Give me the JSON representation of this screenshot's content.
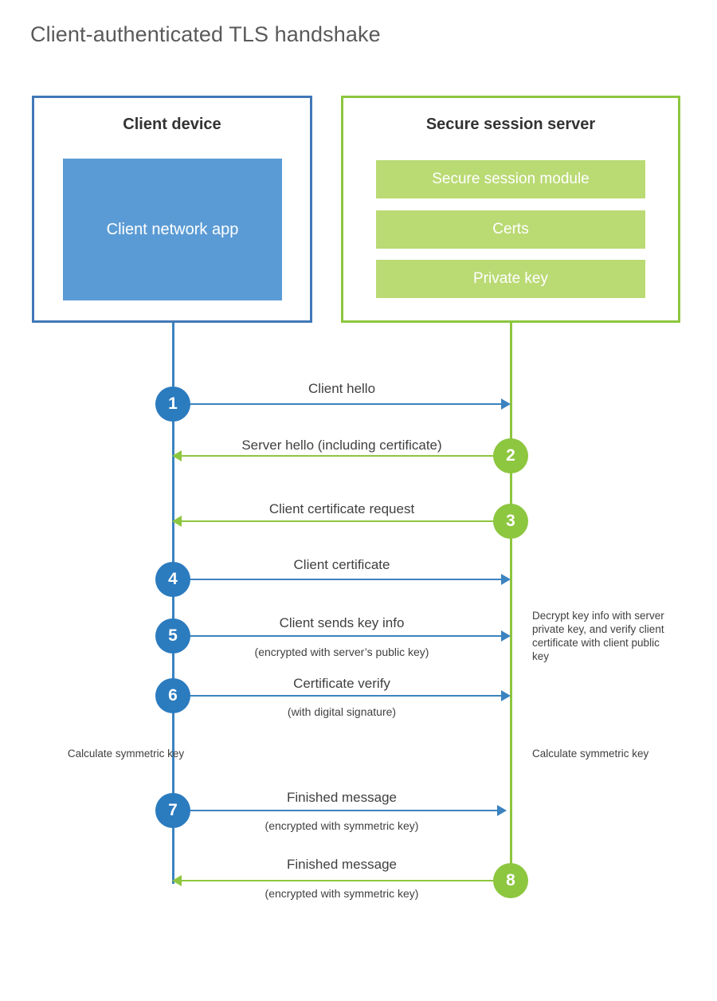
{
  "title": "Client-authenticated TLS handshake",
  "colors": {
    "client_accent": "#3b83c0",
    "client_circle": "#2b7bbf",
    "client_app_fill": "#5b9bd5",
    "client_border": "#4178b8",
    "server_accent": "#8dc63f",
    "server_bar_fill": "#bada74",
    "text": "#404040"
  },
  "client_box": {
    "title": "Client device",
    "app_label": "Client network app"
  },
  "server_box": {
    "title": "Secure session server",
    "bars": [
      {
        "label": "Secure session module"
      },
      {
        "label": "Certs"
      },
      {
        "label": "Private key"
      }
    ]
  },
  "steps": [
    {
      "number": "1",
      "origin": "client",
      "direction": "to-server",
      "label": "Client hello",
      "sublabel": ""
    },
    {
      "number": "2",
      "origin": "server",
      "direction": "to-client",
      "label": "Server hello (including certificate)",
      "sublabel": ""
    },
    {
      "number": "3",
      "origin": "server",
      "direction": "to-client",
      "label": "Client certificate request",
      "sublabel": ""
    },
    {
      "number": "4",
      "origin": "client",
      "direction": "to-server",
      "label": "Client certificate",
      "sublabel": ""
    },
    {
      "number": "5",
      "origin": "client",
      "direction": "to-server",
      "label": "Client sends key info",
      "sublabel": "(encrypted with server’s public key)"
    },
    {
      "number": "6",
      "origin": "client",
      "direction": "to-server",
      "label": "Certificate verify",
      "sublabel": "(with digital signature)"
    },
    {
      "number": "7",
      "origin": "client",
      "direction": "to-server",
      "label": "Finished message",
      "sublabel": "(encrypted with symmetric key)"
    },
    {
      "number": "8",
      "origin": "server",
      "direction": "to-client",
      "label": "Finished message",
      "sublabel": "(encrypted with symmetric key)"
    }
  ],
  "annotations": {
    "server_decrypt_note": "Decrypt key info with server private key, and verify client certificate with client public key",
    "client_calc_note": "Calculate symmetric key",
    "server_calc_note": "Calculate symmetric key"
  }
}
